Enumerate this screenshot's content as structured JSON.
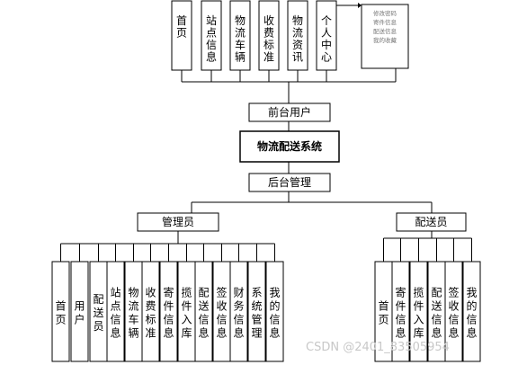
{
  "front": {
    "modules": [
      "首页",
      "站点信息",
      "物流车辆",
      "收费标准",
      "物流资讯",
      "个人中心"
    ],
    "personal_center_items": [
      "修改密码",
      "寄件信息",
      "配送信息",
      "我的收藏"
    ]
  },
  "center": {
    "front_user": "前台用户",
    "system": "物流配送系统",
    "backend": "后台管理"
  },
  "roles": {
    "admin": "管理员",
    "courier": "配送员"
  },
  "admin_modules": [
    "首页",
    "用户",
    "配送员",
    "站点信息",
    "物流车辆",
    "收费标准",
    "寄件信息",
    "揽件入库",
    "配送信息",
    "签收信息",
    "财务信息",
    "系统管理",
    "我的信息"
  ],
  "courier_modules": [
    "首页",
    "寄件信息",
    "揽件入库",
    "配送信息",
    "签收信息",
    "我的信息"
  ],
  "watermark": "CSDN @2401_83505954"
}
